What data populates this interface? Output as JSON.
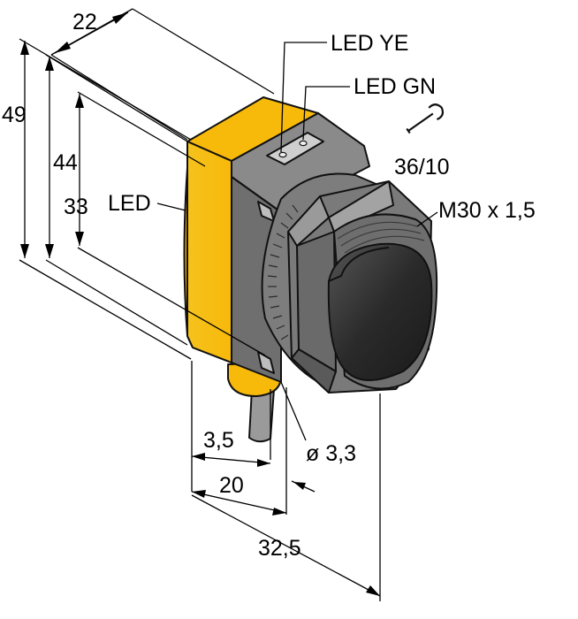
{
  "labels": {
    "led_ye": "LED YE",
    "led_gn": "LED GN",
    "led": "LED",
    "wrench_size": "36/10",
    "thread": "M30 x 1,5",
    "dia_cable": "ø 3,3"
  },
  "dimensions": {
    "width_22": "22",
    "height_49": "49",
    "height_44": "44",
    "height_33": "33",
    "depth_3_5": "3,5",
    "depth_20": "20",
    "depth_32_5": "32,5"
  },
  "colors": {
    "housing_yellow": "#f7b90a",
    "housing_yellow_dark": "#dc9f00",
    "body_grey": "#7a7a7a",
    "body_grey_dark": "#5a5a5a",
    "lens_dark": "#2e2e2e"
  },
  "icons": [
    "wrench-icon"
  ]
}
